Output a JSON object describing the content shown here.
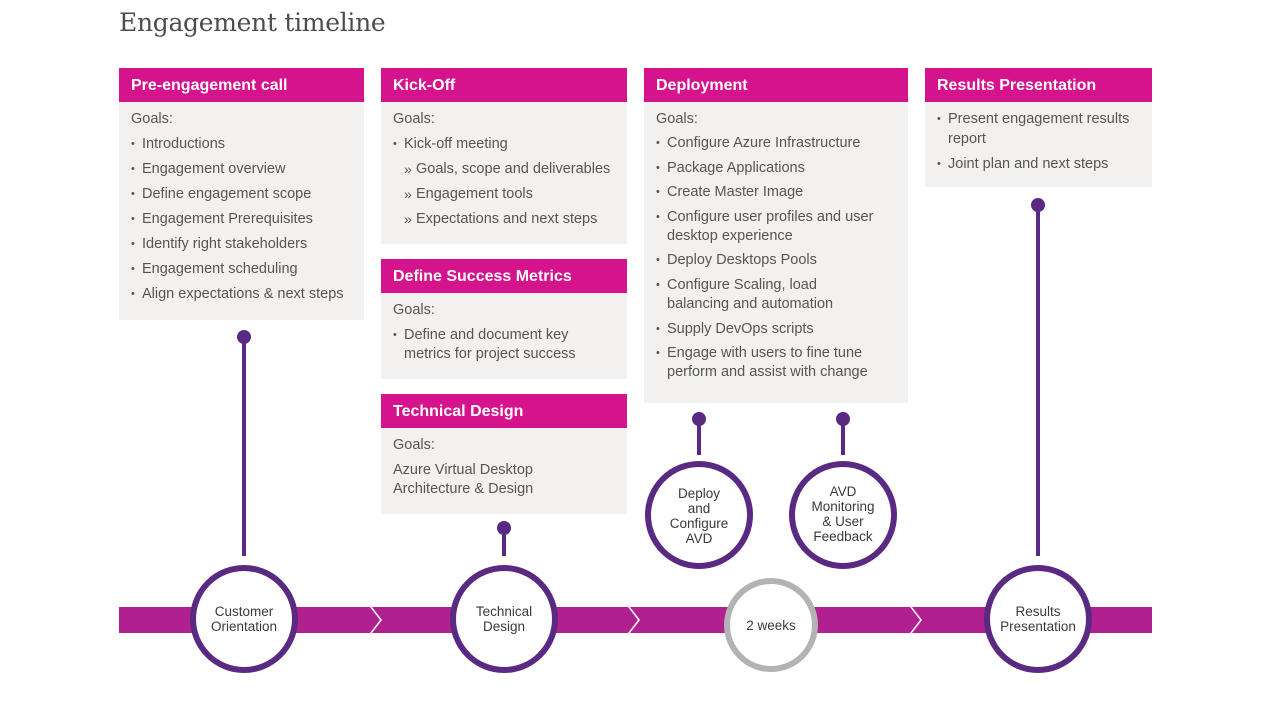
{
  "title": "Engagement timeline",
  "colors": {
    "accent": "#d4138c",
    "timeline": "#b0208e",
    "node_ring": "#5a2a82",
    "gray_ring": "#b3b3b3",
    "card_bg": "#f3f1ef"
  },
  "cards": {
    "pre_engagement": {
      "header": "Pre-engagement call",
      "goals_label": "Goals:",
      "items": [
        "Introductions",
        "Engagement overview",
        "Define engagement scope",
        "Engagement Prerequisites",
        "Identify right stakeholders",
        "Engagement scheduling",
        "Align expectations & next steps"
      ]
    },
    "kickoff": {
      "header": "Kick-Off",
      "goals_label": "Goals:",
      "item": "Kick-off meeting",
      "subitems": [
        "Goals, scope and deliverables",
        "Engagement tools",
        "Expectations and next steps"
      ]
    },
    "success_metrics": {
      "header": "Define Success Metrics",
      "goals_label": "Goals:",
      "item": "Define and document key metrics for project success"
    },
    "technical_design": {
      "header": "Technical Design",
      "goals_label": "Goals:",
      "text": "Azure Virtual Desktop Architecture & Design"
    },
    "deployment": {
      "header": "Deployment",
      "goals_label": "Goals:",
      "items": [
        "Configure Azure Infrastructure",
        "Package Applications",
        "Create Master Image",
        "Configure user profiles and user desktop experience",
        "Deploy Desktops Pools",
        "Configure Scaling, load balancing and automation",
        "Supply DevOps scripts",
        "Engage with users to fine tune perform and assist with change"
      ]
    },
    "results": {
      "header": "Results Presentation",
      "items": [
        "Present engagement results report",
        "Joint plan and next steps"
      ]
    }
  },
  "timeline_nodes": [
    {
      "lines": [
        "Customer",
        "Orientation"
      ]
    },
    {
      "lines": [
        "Technical",
        "Design"
      ]
    },
    {
      "lines": [
        "2 weeks"
      ]
    },
    {
      "lines": [
        "Results",
        "Presentation"
      ]
    }
  ],
  "deploy_nodes": [
    {
      "lines": [
        "Deploy",
        "and",
        "Configure",
        "AVD"
      ]
    },
    {
      "lines": [
        "AVD",
        "Monitoring",
        "& User",
        "Feedback"
      ]
    }
  ]
}
